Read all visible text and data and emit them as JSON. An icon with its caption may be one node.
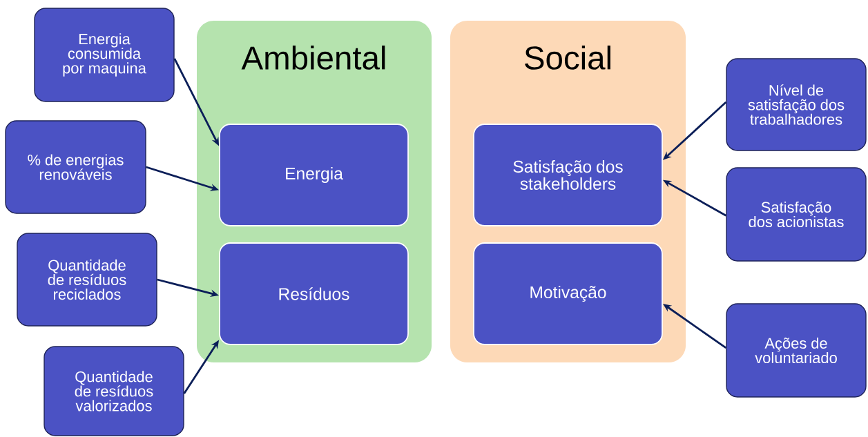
{
  "diagram": {
    "nodes": [
      {
        "text": [
          "Ambiental"
        ]
      },
      {
        "text": [
          "Energia"
        ],
        "in": 0
      },
      {
        "text": [
          "Resíduos"
        ],
        "in": 0
      },
      {
        "text": [
          "Social"
        ]
      },
      {
        "text": [
          "Satisfação dos stakeholders"
        ],
        "in": 3
      },
      {
        "text": [
          "Motivação"
        ],
        "in": 3
      },
      {
        "text": [
          "Energia consumida por maquina"
        ]
      },
      {
        "text": [
          "% de energias renováveis"
        ]
      },
      {
        "text": [
          "Quantidade de resíduos reciclados"
        ]
      },
      {
        "text": [
          "Quantidade de resíduos valorizados"
        ]
      },
      {
        "text": [
          "Nível de satisfação dos trabalhadores"
        ]
      },
      {
        "text": [
          "Satisfação dos acionistas"
        ]
      },
      {
        "text": [
          "Ações de voluntariado"
        ]
      }
    ],
    "edges": [
      {
        "from": 6,
        "to": 1,
        "arrow": "to"
      },
      {
        "from": 7,
        "to": 1,
        "arrow": "to"
      },
      {
        "from": 8,
        "to": 2,
        "arrow": "to"
      },
      {
        "from": 9,
        "to": 2,
        "arrow": "to"
      },
      {
        "from": 10,
        "to": 4,
        "arrow": "to"
      },
      {
        "from": 11,
        "to": 4,
        "arrow": "to"
      },
      {
        "from": 12,
        "to": 5,
        "arrow": "to"
      }
    ]
  }
}
